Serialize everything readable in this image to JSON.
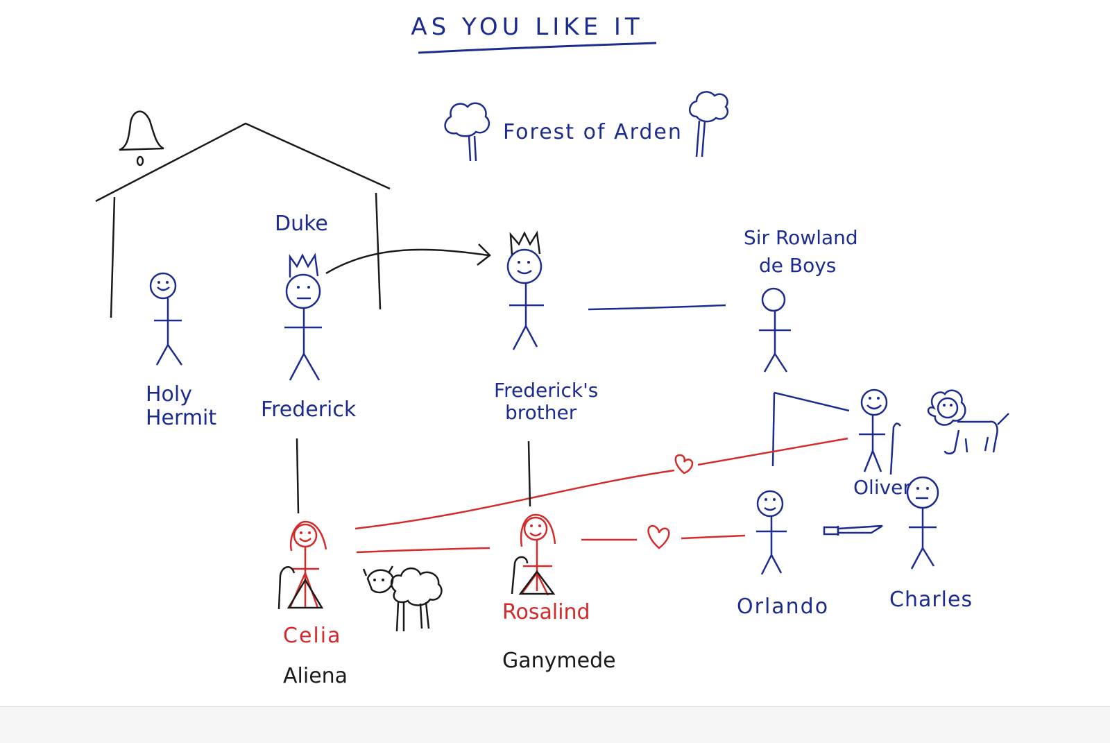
{
  "colors": {
    "blue": "#1c2b8f",
    "red": "#d42a2a",
    "black": "#1a1a1a",
    "paper": "#ffffff"
  },
  "title": "AS YOU LIKE IT",
  "setting": {
    "label": "Forest of Arden",
    "icons": [
      "tree-icon",
      "tree-icon"
    ]
  },
  "court": {
    "icons": [
      "bell-icon",
      "house-outline"
    ]
  },
  "characters": {
    "holy_hermit": {
      "line1": "Holy",
      "line2": "Hermit"
    },
    "frederick": {
      "title": "Duke",
      "name": "Frederick"
    },
    "fredericks_brother": {
      "line1": "Frederick's",
      "line2": "brother"
    },
    "sir_rowland": {
      "line1": "Sir Rowland",
      "line2": "de Boys"
    },
    "oliver": {
      "name": "Oliver",
      "icon": "lion-icon"
    },
    "celia": {
      "name": "Celia",
      "disguise": "Aliena",
      "icon": "sheep-icon"
    },
    "rosalind": {
      "name": "Rosalind",
      "disguise": "Ganymede"
    },
    "orlando": {
      "name": "Orlando"
    },
    "charles": {
      "name": "Charles",
      "icon": "knife-icon"
    }
  }
}
